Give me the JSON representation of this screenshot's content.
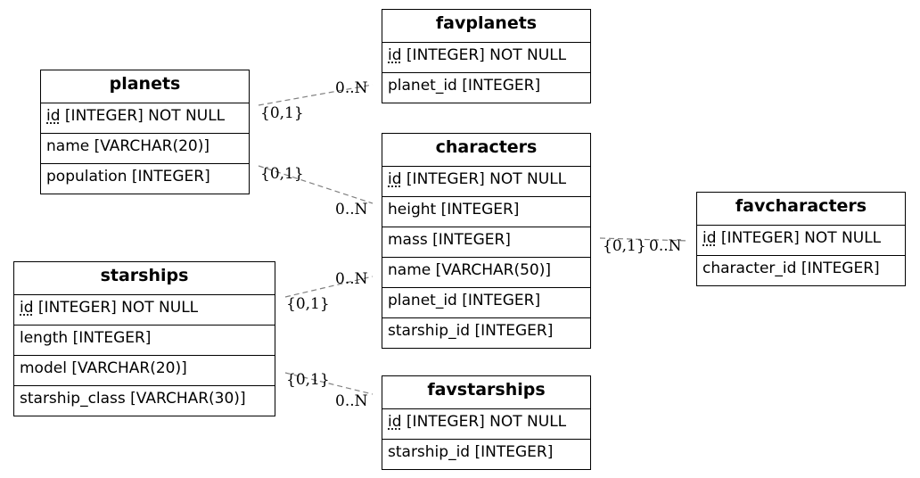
{
  "entities": {
    "planets": {
      "title": "planets",
      "fields": [
        {
          "pk": "id",
          "rest": " [INTEGER] NOT NULL"
        },
        {
          "text": "name [VARCHAR(20)]"
        },
        {
          "text": "population [INTEGER]"
        }
      ]
    },
    "favplanets": {
      "title": "favplanets",
      "fields": [
        {
          "pk": "id",
          "rest": " [INTEGER] NOT NULL"
        },
        {
          "text": "planet_id [INTEGER]"
        }
      ]
    },
    "characters": {
      "title": "characters",
      "fields": [
        {
          "pk": "id",
          "rest": " [INTEGER] NOT NULL"
        },
        {
          "text": "height [INTEGER]"
        },
        {
          "text": "mass [INTEGER]"
        },
        {
          "text": "name [VARCHAR(50)]"
        },
        {
          "text": "planet_id [INTEGER]"
        },
        {
          "text": "starship_id [INTEGER]"
        }
      ]
    },
    "favcharacters": {
      "title": "favcharacters",
      "fields": [
        {
          "pk": "id",
          "rest": " [INTEGER] NOT NULL"
        },
        {
          "text": "character_id [INTEGER]"
        }
      ]
    },
    "starships": {
      "title": "starships",
      "fields": [
        {
          "pk": "id",
          "rest": " [INTEGER] NOT NULL"
        },
        {
          "text": "length [INTEGER]"
        },
        {
          "text": "model [VARCHAR(20)]"
        },
        {
          "text": "starship_class [VARCHAR(30)]"
        }
      ]
    },
    "favstarships": {
      "title": "favstarships",
      "fields": [
        {
          "pk": "id",
          "rest": " [INTEGER] NOT NULL"
        },
        {
          "text": "starship_id [INTEGER]"
        }
      ]
    }
  },
  "relations": [
    {
      "from": "planets",
      "to": "favplanets",
      "from_card": "{0,1}",
      "to_card": "0..N"
    },
    {
      "from": "planets",
      "to": "characters",
      "from_card": "{0,1}",
      "to_card": "0..N"
    },
    {
      "from": "characters",
      "to": "favcharacters",
      "from_card": "{0,1}",
      "to_card": "0..N"
    },
    {
      "from": "starships",
      "to": "characters",
      "from_card": "{0,1}",
      "to_card": "0..N"
    },
    {
      "from": "starships",
      "to": "favstarships",
      "from_card": "{0,1}",
      "to_card": "0..N"
    }
  ],
  "colors": {
    "edge": "#808080",
    "border": "#000000",
    "background": "#ffffff"
  }
}
